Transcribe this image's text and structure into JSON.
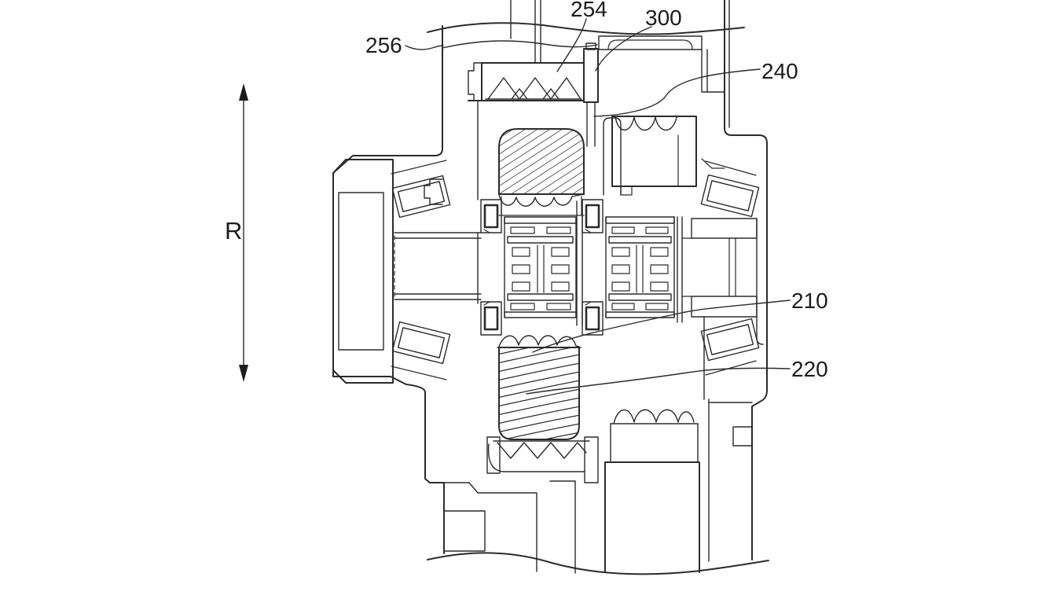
{
  "figure": {
    "background_color": "#ffffff",
    "line_color": "#2b2b2b",
    "reference_numerals": [
      {
        "id": "256",
        "text": "256"
      },
      {
        "id": "254",
        "text": "254"
      },
      {
        "id": "300",
        "text": "300"
      },
      {
        "id": "240",
        "text": "240"
      },
      {
        "id": "210",
        "text": "210"
      },
      {
        "id": "220",
        "text": "220"
      }
    ],
    "radial_marker": {
      "text": "R"
    }
  }
}
